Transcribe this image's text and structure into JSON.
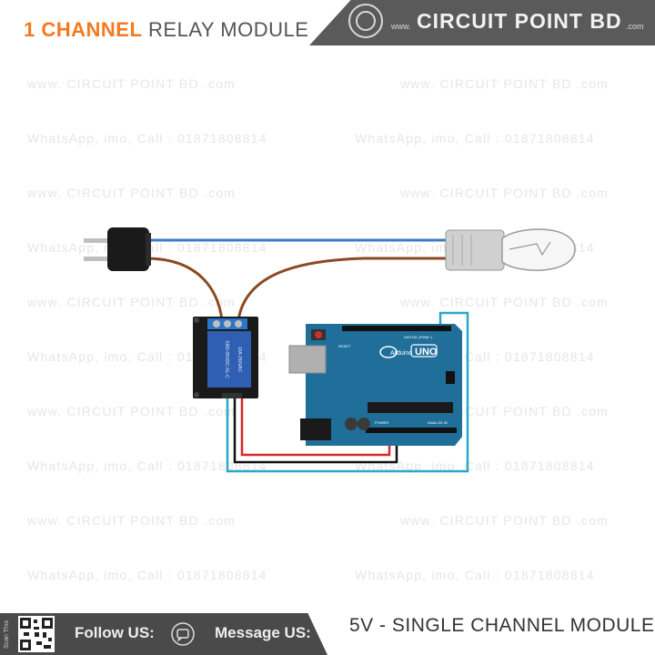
{
  "header": {
    "title_accent": "1 CHANNEL",
    "title_rest": "RELAY MODULE",
    "brand_prefix": "www.",
    "brand_name": "CIRCUIT POINT BD",
    "brand_suffix": ".com"
  },
  "watermarks": {
    "website": "www. CIRCUIT POINT BD .com",
    "contact": "WhatsApp, imo, Call : 01871808814"
  },
  "board": {
    "brand": "UNO",
    "maker": "Arduino",
    "reset": "RESET",
    "digital": "DIGITAL (PWM~)",
    "analog": "ANALOG IN",
    "power": "POWER"
  },
  "relay": {
    "label": "SRD-05VDC-SL-C",
    "rating": "10A 250VAC"
  },
  "footer": {
    "scan": "Scan This",
    "follow": "Follow US:",
    "message": "Message US:",
    "module": "5V - SINGLE CHANNEL MODULE"
  },
  "colors": {
    "accent": "#f47a20",
    "header_dark": "#5a5a5a",
    "board": "#1f6f9a",
    "relay_blue": "#2f5fb3",
    "wire_brown": "#8b4a22",
    "wire_blue": "#3a7bc8",
    "wire_red": "#d62a2a",
    "wire_black": "#111111",
    "wire_cyan": "#2aa8c9"
  }
}
